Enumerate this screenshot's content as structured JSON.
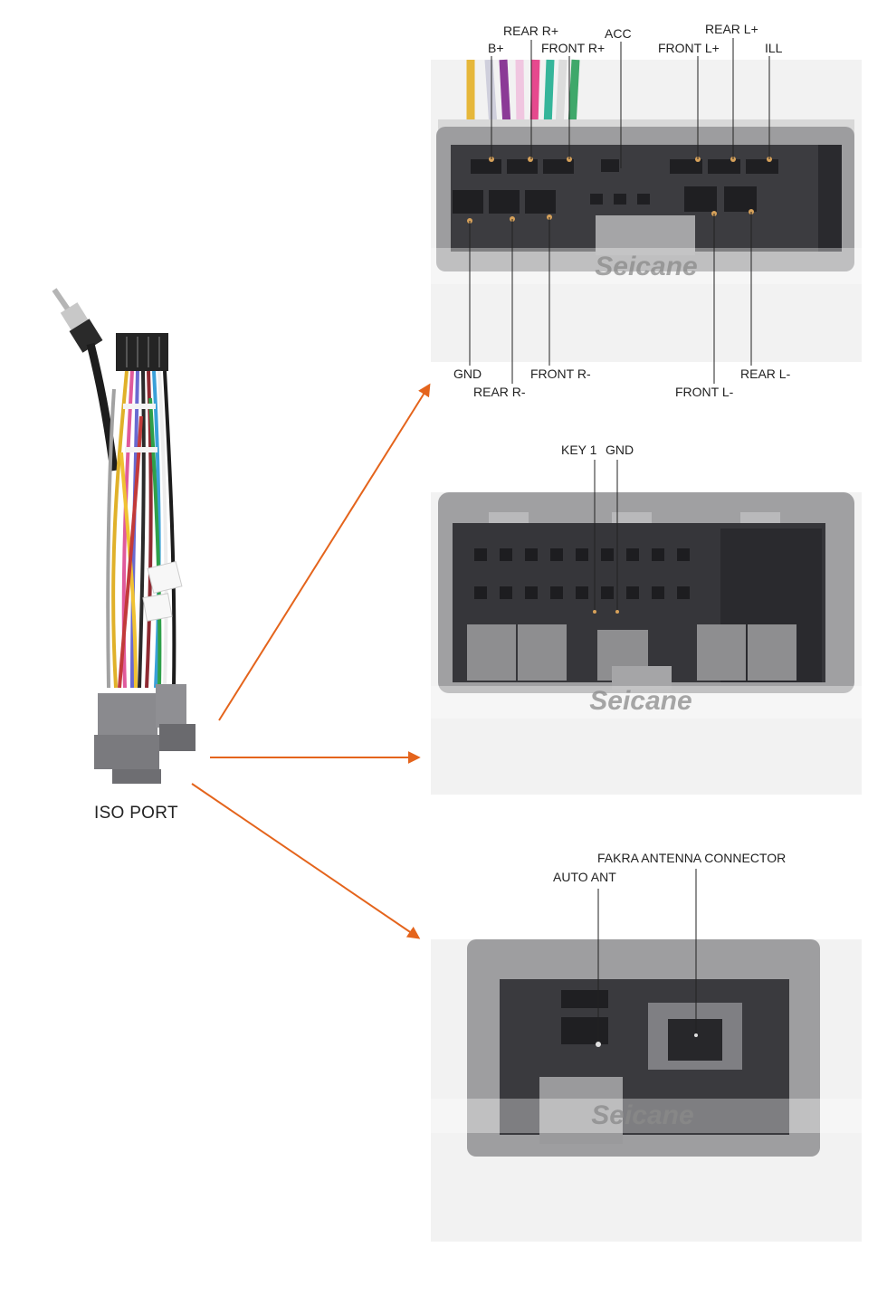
{
  "harness": {
    "label": "ISO PORT"
  },
  "watermark": "Seicane",
  "panels": [
    {
      "top_labels": [
        "REAR R+",
        "ACC",
        "REAR L+",
        "B+",
        "FRONT R+",
        "FRONT L+",
        "ILL"
      ],
      "bottom_labels": [
        "GND",
        "FRONT R-",
        "REAR L-",
        "REAR R-",
        "FRONT L-"
      ]
    },
    {
      "top_labels": [
        "KEY 1",
        "GND"
      ]
    },
    {
      "top_labels": [
        "FAKRA ANTENNA CONNECTOR",
        "AUTO ANT"
      ]
    }
  ],
  "colors": {
    "arrow": "#e4641c",
    "connector": "#9c9c9c",
    "connector_dark": "#3a3a3e",
    "background": "#f4f4f4"
  }
}
